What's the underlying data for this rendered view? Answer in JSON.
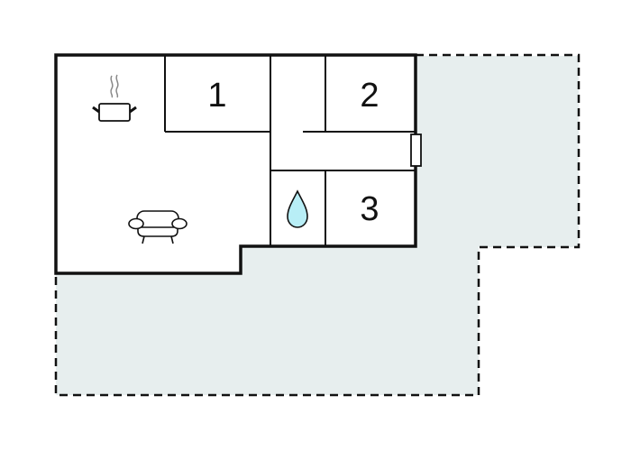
{
  "diagram": {
    "type": "floor-plan",
    "colors": {
      "background": "#ffffff",
      "outdoor_area": "#e7eeee",
      "indoor_floor": "#ffffff",
      "wall": "#111111",
      "water_drop_fill": "#b8eef6"
    },
    "rooms": [
      {
        "id": "bedroom-1",
        "label": "1"
      },
      {
        "id": "bedroom-2",
        "label": "2"
      },
      {
        "id": "bedroom-3",
        "label": "3"
      }
    ],
    "areas": [
      {
        "id": "kitchen",
        "icon": "cooking-pot-icon"
      },
      {
        "id": "living-room",
        "icon": "armchair-icon"
      },
      {
        "id": "bathroom",
        "icon": "water-drop-icon"
      },
      {
        "id": "hallway"
      },
      {
        "id": "terrace",
        "boundary": "dashed"
      }
    ],
    "features": [
      {
        "id": "window",
        "location": "right exterior wall"
      }
    ]
  }
}
